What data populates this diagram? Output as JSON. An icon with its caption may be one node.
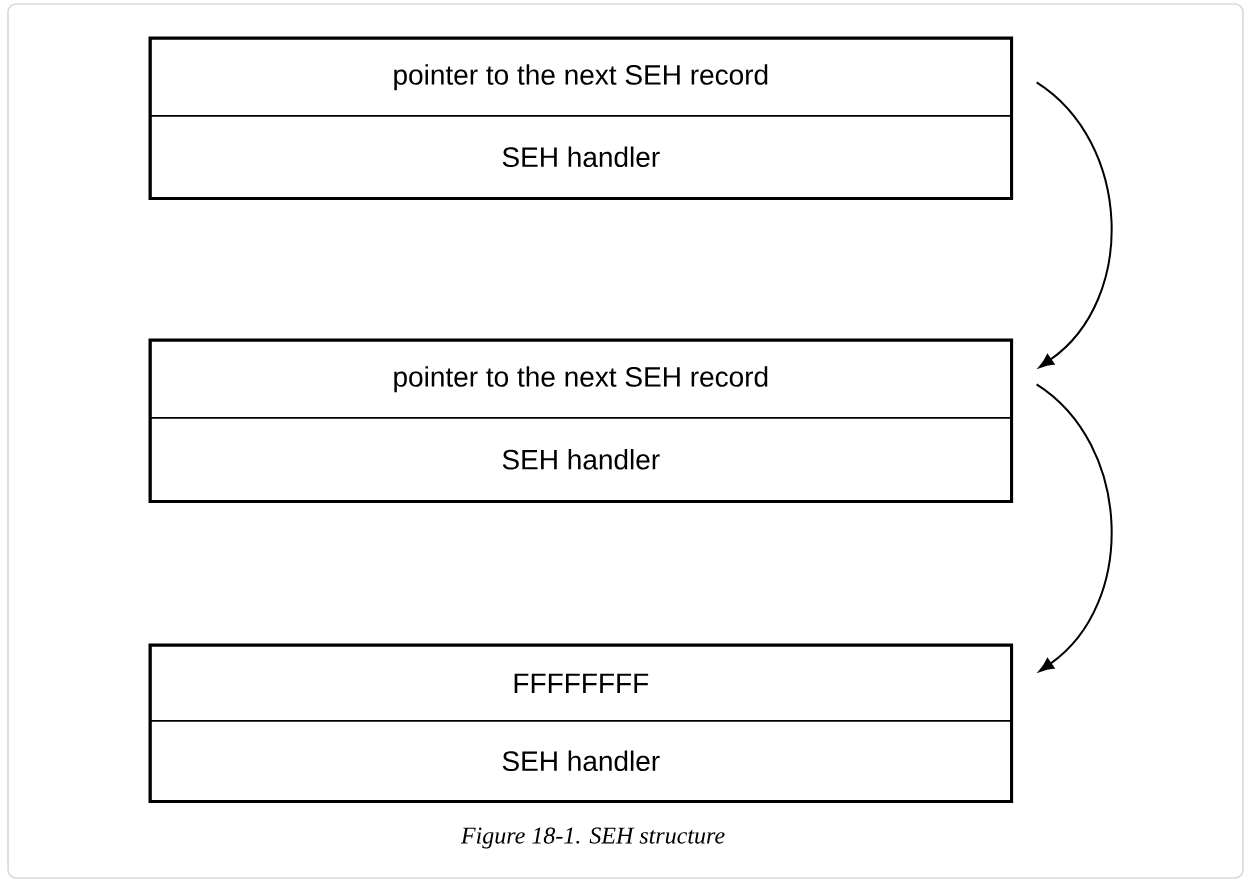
{
  "diagram": {
    "caption": "Figure 18-1. SEH structure",
    "nodes": [
      {
        "text": [
          "pointer to the next SEH record"
        ]
      },
      {
        "text": [
          "SEH handler"
        ]
      },
      {
        "text": [
          "pointer to the next SEH record"
        ]
      },
      {
        "text": [
          "SEH handler"
        ]
      },
      {
        "text": [
          "FFFFFFFF"
        ]
      },
      {
        "text": [
          "SEH handler"
        ]
      }
    ],
    "edges": [
      {
        "from": 0,
        "to": 2,
        "arrow": "to"
      },
      {
        "from": 2,
        "to": 4,
        "arrow": "to"
      }
    ]
  }
}
